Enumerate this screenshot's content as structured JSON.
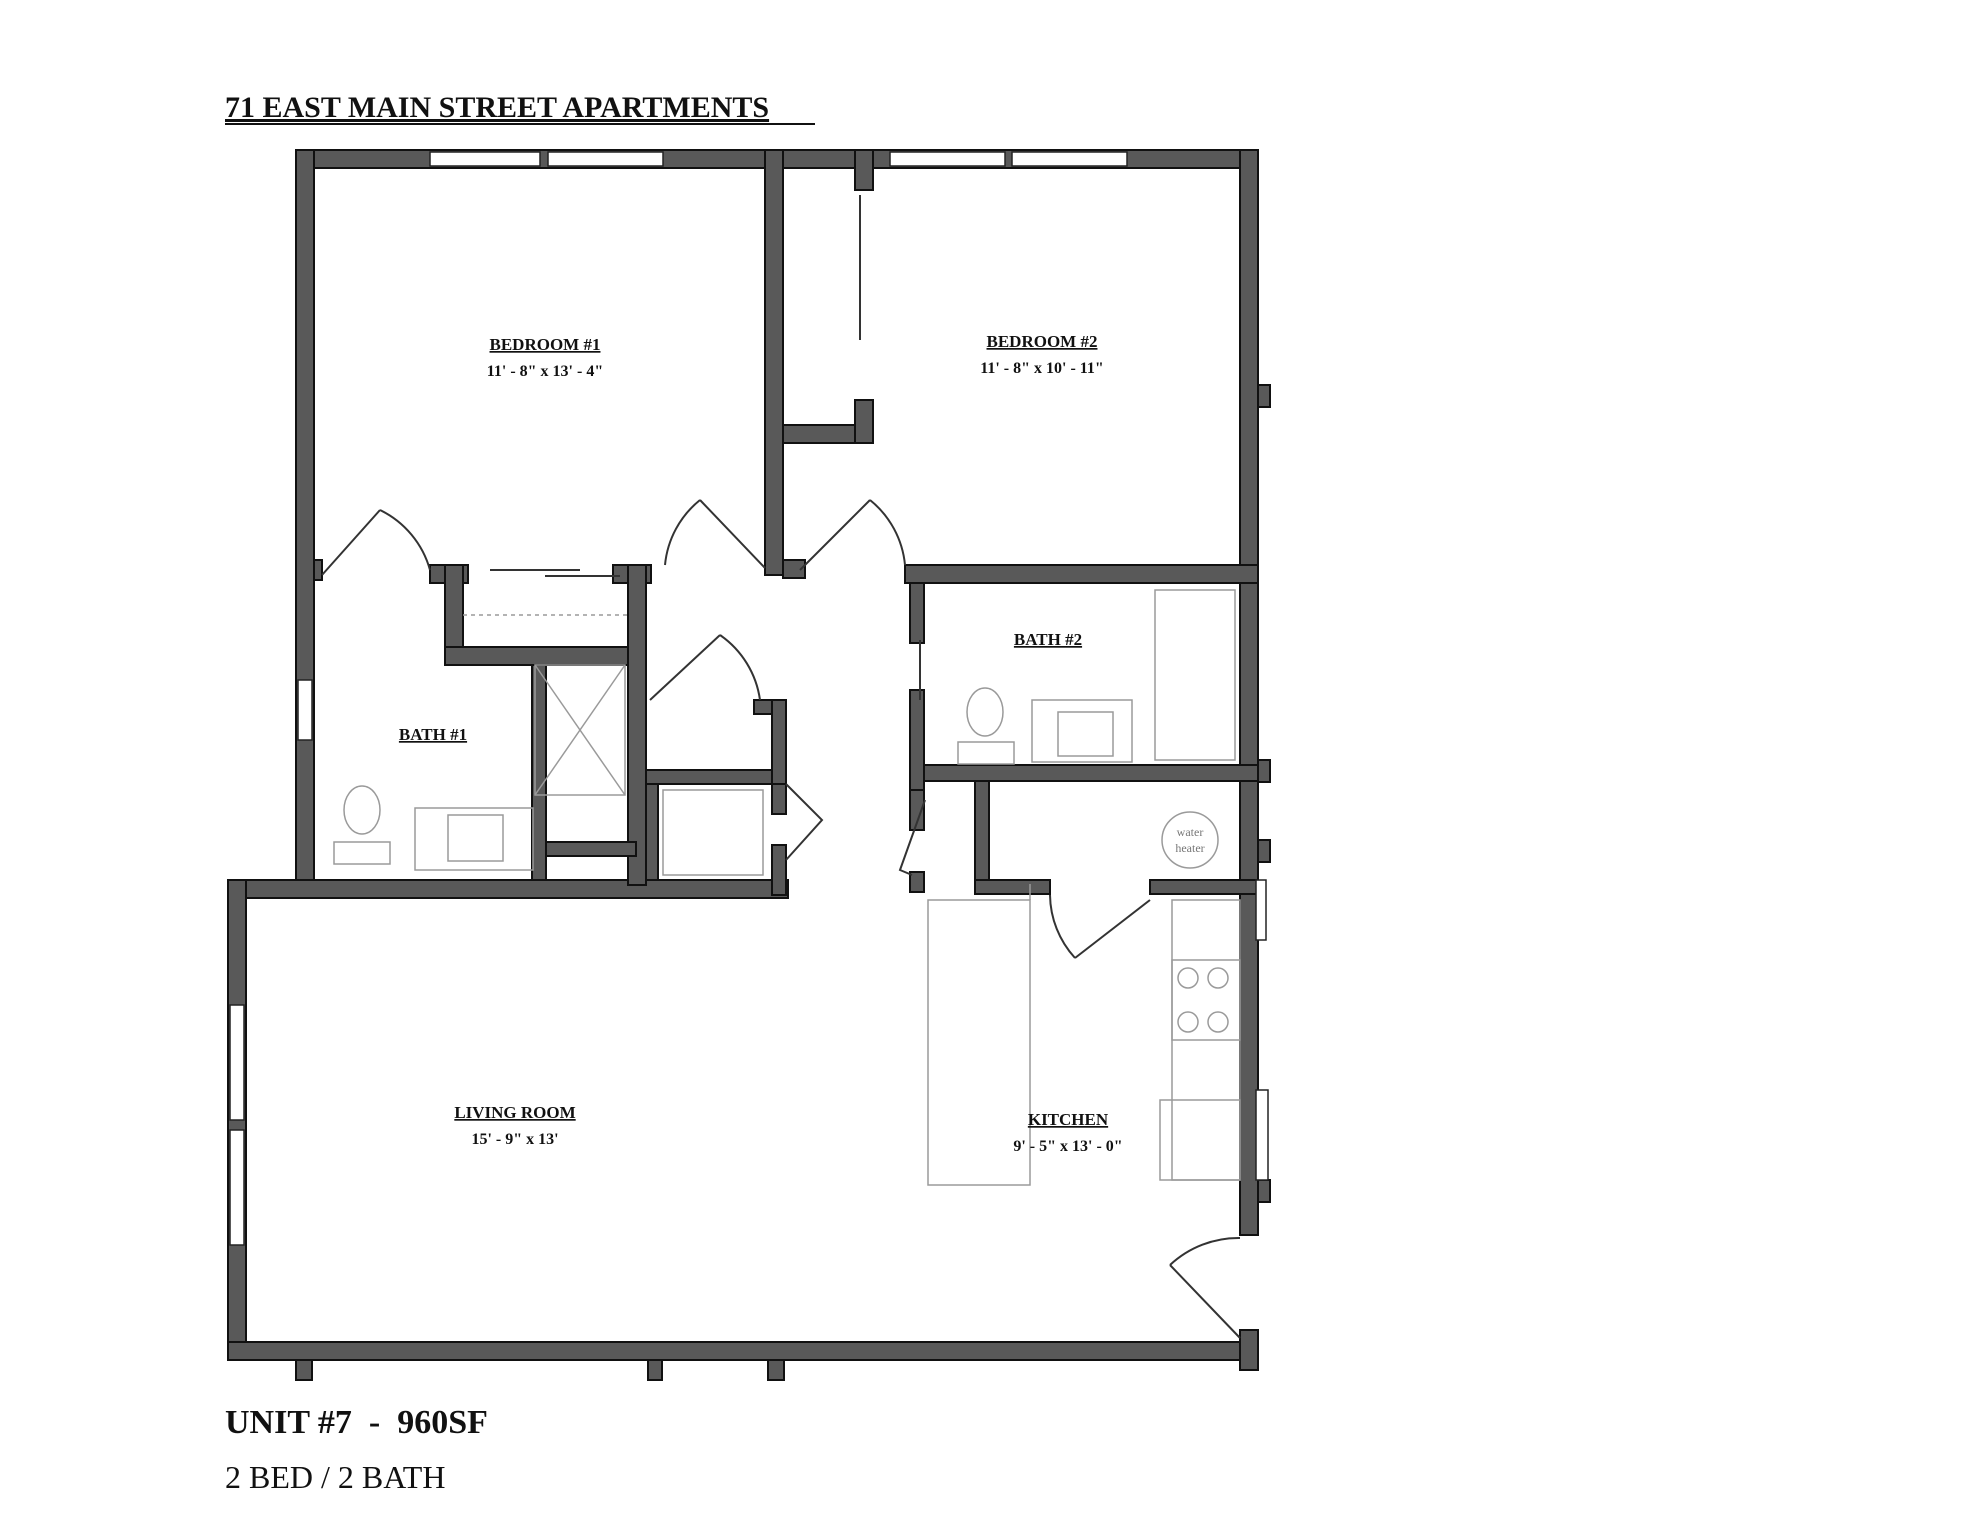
{
  "title": "71 EAST MAIN STREET APARTMENTS",
  "rooms": {
    "bedroom1": {
      "name": "BEDROOM #1",
      "dims": "11' - 8\" x 13' - 4\""
    },
    "bedroom2": {
      "name": "BEDROOM #2",
      "dims": "11' - 8\" x 10' - 11\""
    },
    "bath1": {
      "name": "BATH #1"
    },
    "bath2": {
      "name": "BATH #2"
    },
    "living": {
      "name": "LIVING ROOM",
      "dims": "15' - 9\" x 13'"
    },
    "kitchen": {
      "name": "KITCHEN",
      "dims": "9' - 5\" x 13' - 0\""
    }
  },
  "fixtures": {
    "water_heater_line1": "water",
    "water_heater_line2": "heater"
  },
  "unit": {
    "label": "UNIT #7  -  960SF",
    "summary": "2 BED / 2 BATH"
  },
  "colors": {
    "wall": "#595959",
    "wall_outline": "#111111",
    "fixture": "#9a9a9a",
    "background": "#ffffff"
  }
}
